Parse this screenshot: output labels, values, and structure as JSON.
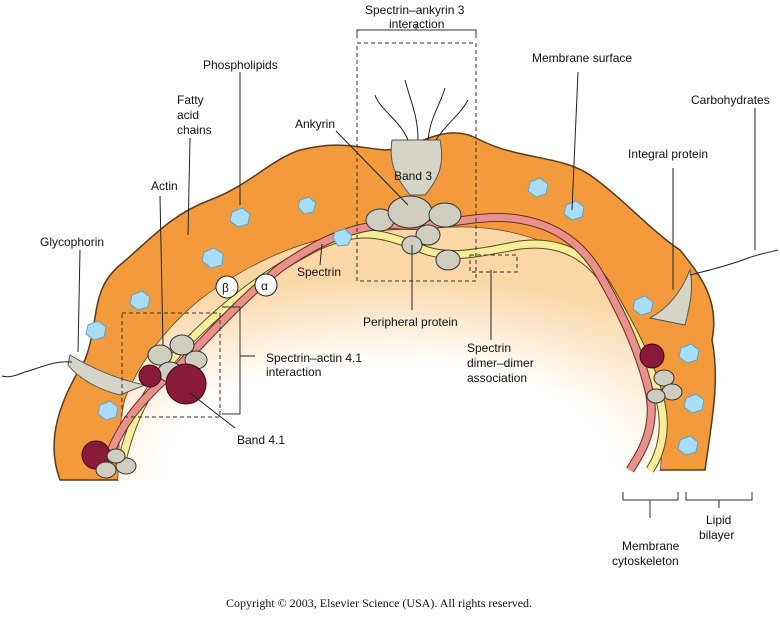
{
  "labels": {
    "spectrin_ankyrin": [
      "Spectrin–ankyrin 3",
      "interaction"
    ],
    "phospholipids": "Phospholipids",
    "membrane_surface": "Membrane surface",
    "carbohydrates": "Carbohydrates",
    "fatty_acid": [
      "Fatty",
      "acid",
      "chains"
    ],
    "ankyrin": "Ankyrin",
    "band3": "Band 3",
    "integral_protein": "Integral protein",
    "actin": "Actin",
    "glycophorin": "Glycophorin",
    "beta": "β",
    "alpha": "α",
    "spectrin": "Spectrin",
    "peripheral_protein": "Peripheral protein",
    "spectrin_actin": [
      "Spectrin–actin 4.1",
      "interaction"
    ],
    "band41": "Band 4.1",
    "dimer": [
      "Spectrin",
      "dimer–dimer",
      "association"
    ],
    "lipid_bilayer": [
      "Lipid",
      "bilayer"
    ],
    "membrane_cytoskeleton": [
      "Membrane",
      "cytoskeleton"
    ]
  },
  "copyright": "Copyright © 2003, Elsevier Science (USA). All rights reserved.",
  "colors": {
    "membrane": "#f39b3c",
    "membrane_edge": "#5a3a1a",
    "spectrin_alpha": "#f6ee9a",
    "spectrin_beta": "#e8908a",
    "integral_blob": "#a9dcf5",
    "band41": "#8a1a3a",
    "globular": "#cfcdbf"
  }
}
